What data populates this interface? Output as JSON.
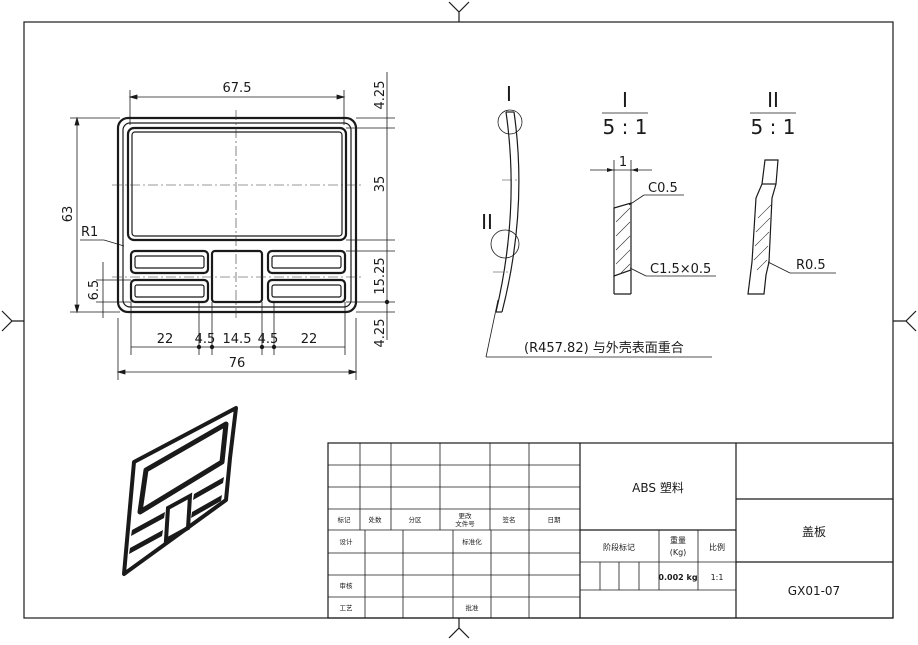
{
  "dimensions": {
    "width_top": "67.5",
    "top_gap": "4.25",
    "screen_h": "35",
    "height": "63",
    "radius": "R1",
    "buttons_h": "15.25",
    "button_h": "6.5",
    "bottom_gap": "4.25",
    "d1": "22",
    "d2": "4.5",
    "d3": "14.5",
    "d4": "4.5",
    "d5": "22",
    "width_bottom": "76"
  },
  "detail": {
    "mark1": "I",
    "mark2": "II",
    "scale1_num": "I",
    "scale1_den": "5 : 1",
    "scale2_num": "II",
    "scale2_den": "5 : 1",
    "dim_1": "1",
    "chamfer_top": "C0.5",
    "chamfer_bottom": "C1.5×0.5",
    "radius_r05": "R0.5",
    "surface_note": "(R457.82) 与外壳表面重合"
  },
  "title_block": {
    "material": "ABS 塑料",
    "name": "盖板",
    "code": "GX01-07",
    "stage_mark": "阶段标记",
    "weight_label": "重量",
    "weight_unit": "(Kg)",
    "scale_label": "比例",
    "weight_value": "0.002 kg",
    "scale_value": "1:1",
    "h_biaoji": "标记",
    "h_chushu": "处数",
    "h_fenqu": "分区",
    "h_genggai1": "更改",
    "h_genggai2": "文件号",
    "h_qianming": "签名",
    "h_riqi": "日期",
    "sheji": "设计",
    "biaozhunhua": "标准化",
    "shenhe": "审核",
    "gongyi": "工艺",
    "pizhun": "批准"
  }
}
